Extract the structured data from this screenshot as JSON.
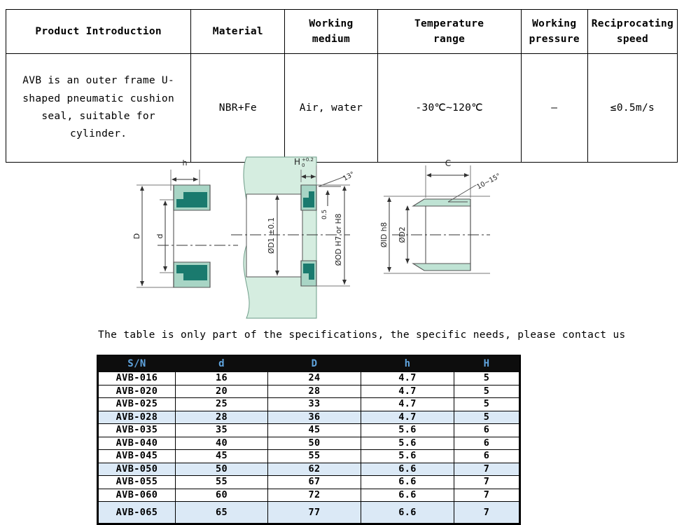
{
  "intro_table": {
    "headers": [
      "Product Introduction",
      "Material",
      "Working\nmedium",
      "Temperature\nrange",
      "Working\npressure",
      "Reciprocating\nspeed"
    ],
    "header_lines": {
      "product": "Product Introduction",
      "material": "Material",
      "medium_l1": "Working",
      "medium_l2": "medium",
      "temp_l1": "Temperature",
      "temp_l2": "range",
      "press_l1": "Working",
      "press_l2": "pressure",
      "speed_l1": "Reciprocating",
      "speed_l2": "speed"
    },
    "values": {
      "introduction": "AVB is an outer frame U-shaped pneumatic cushion seal, suitable for cylinder.",
      "introduction_l1": "AVB is an outer frame U-",
      "introduction_l2": "shaped pneumatic cushion",
      "introduction_l3": "seal, suitable for cylinder.",
      "material": "NBR+Fe",
      "medium": "Air, water",
      "temperature": "-30℃~120℃",
      "pressure": "–",
      "speed": "≤0.5m/s"
    }
  },
  "drawings": {
    "seal_profile": {
      "labels": {
        "h": "h",
        "D": "D",
        "d": "d"
      }
    },
    "installation": {
      "labels": {
        "H": "H",
        "H_tol_upper": "+0.2",
        "H_tol_lower": "0",
        "angle": "13°",
        "chamfer": "0.5",
        "D1": "ØD1 ±0.1",
        "OD": "ØOD H7 or H8"
      }
    },
    "chamfer_detail": {
      "labels": {
        "C": "C",
        "angle": "10~15°",
        "ID": "ØID h8",
        "D2": "ØD2"
      }
    }
  },
  "caption": "The table is only part of the specifications, the specific needs, please contact us",
  "spec_table": {
    "columns": [
      "S/N",
      "d",
      "D",
      "h",
      "H"
    ],
    "rows": [
      {
        "sn": "AVB-016",
        "d": "16",
        "D": "24",
        "h": "4.7",
        "H": "5",
        "alt": false
      },
      {
        "sn": "AVB-020",
        "d": "20",
        "D": "28",
        "h": "4.7",
        "H": "5",
        "alt": false
      },
      {
        "sn": "AVB-025",
        "d": "25",
        "D": "33",
        "h": "4.7",
        "H": "5",
        "alt": false
      },
      {
        "sn": "AVB-028",
        "d": "28",
        "D": "36",
        "h": "4.7",
        "H": "5",
        "alt": true
      },
      {
        "sn": "AVB-035",
        "d": "35",
        "D": "45",
        "h": "5.6",
        "H": "6",
        "alt": false
      },
      {
        "sn": "AVB-040",
        "d": "40",
        "D": "50",
        "h": "5.6",
        "H": "6",
        "alt": false
      },
      {
        "sn": "AVB-045",
        "d": "45",
        "D": "55",
        "h": "5.6",
        "H": "6",
        "alt": false
      },
      {
        "sn": "AVB-050",
        "d": "50",
        "D": "62",
        "h": "6.6",
        "H": "7",
        "alt": true
      },
      {
        "sn": "AVB-055",
        "d": "55",
        "D": "67",
        "h": "6.6",
        "H": "7",
        "alt": false
      },
      {
        "sn": "AVB-060",
        "d": "60",
        "D": "72",
        "h": "6.6",
        "H": "7",
        "alt": false
      },
      {
        "sn": "AVB-065",
        "d": "65",
        "D": "77",
        "h": "6.6",
        "H": "7",
        "alt": true,
        "tall": true
      }
    ]
  },
  "colors": {
    "header_bg": "#0d0d0d",
    "header_text": "#5fa3dd",
    "row_alt_bg": "#dbe9f6",
    "seal_dark": "#1a7a6e",
    "seal_light": "#a8d5c5",
    "body_green": "#d5ede0",
    "line": "#555555",
    "border": "#000000"
  }
}
